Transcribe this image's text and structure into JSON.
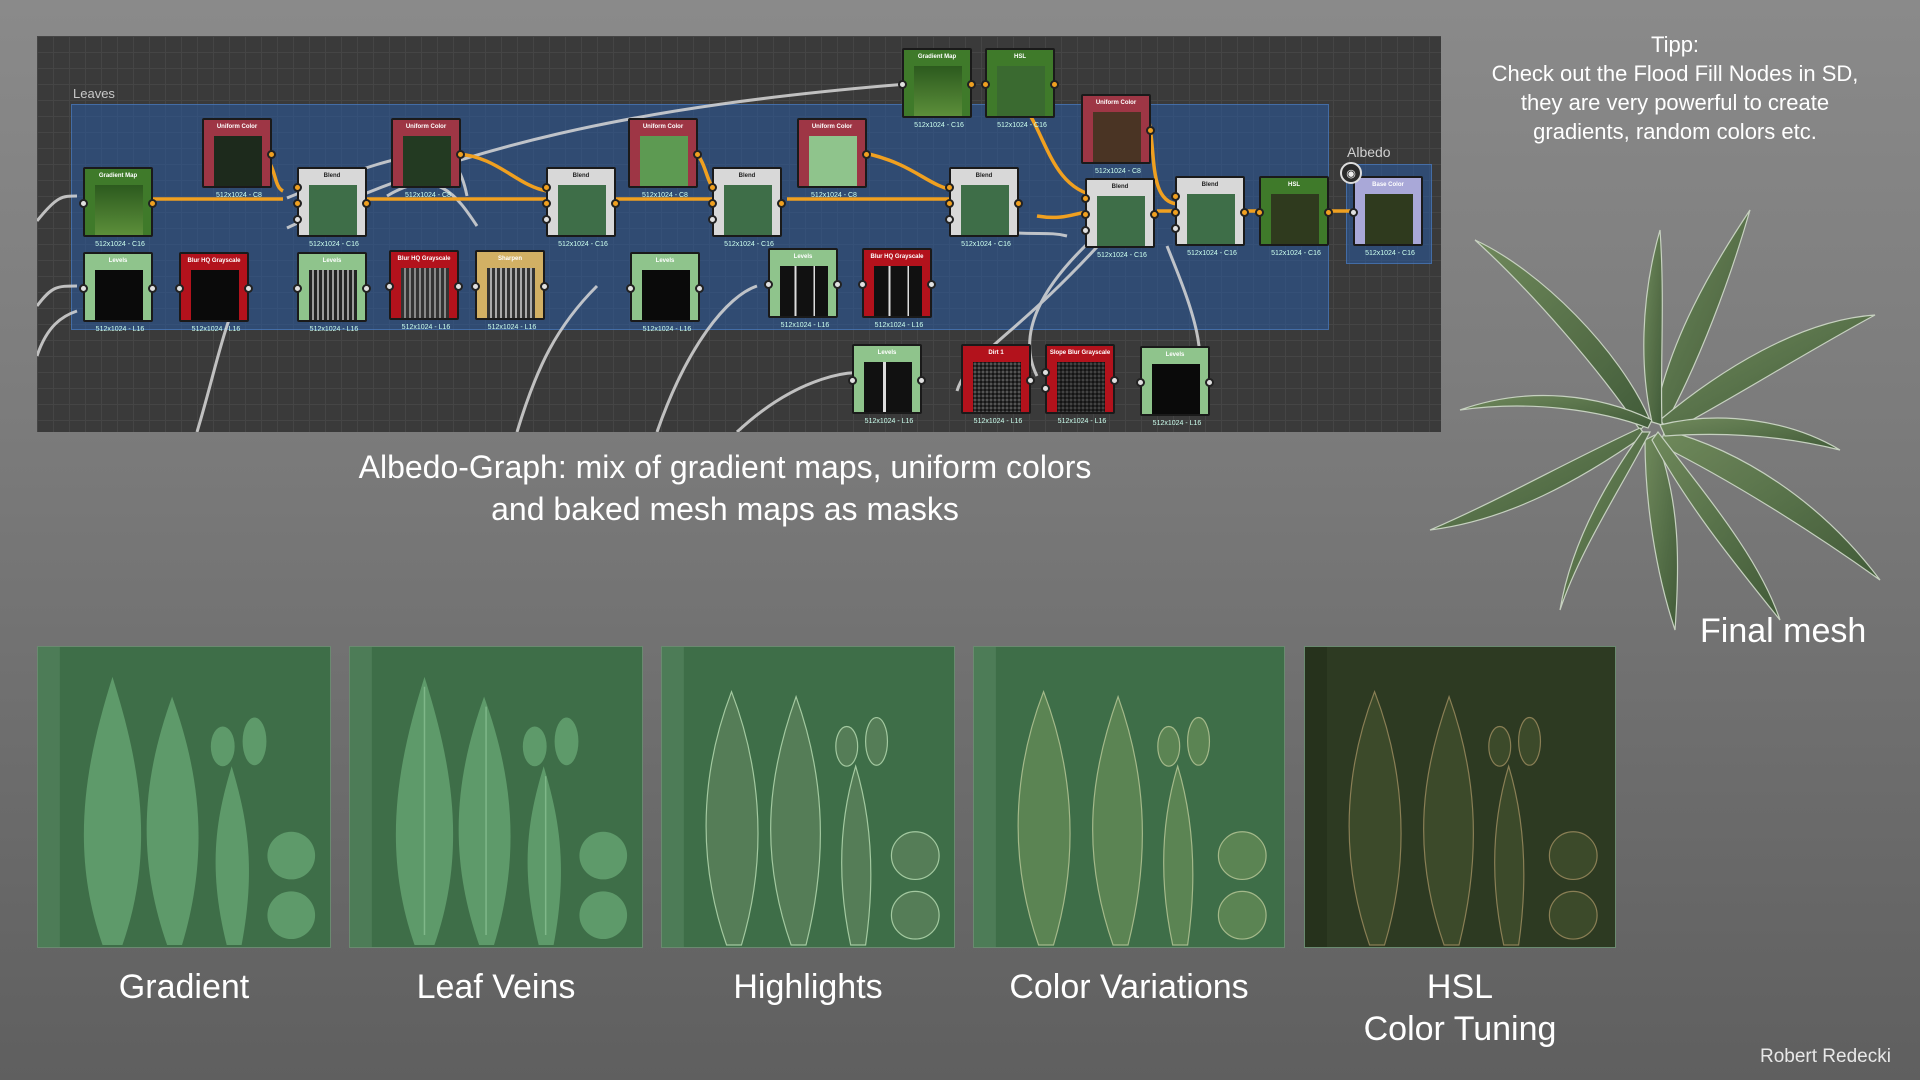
{
  "graph": {
    "frame_label": "Leaves",
    "albedo_label": "Albedo",
    "nodes": [
      {
        "id": "gm1",
        "title": "Gradient Map",
        "sub": "512x1024 - C16",
        "color": "green"
      },
      {
        "id": "uc1",
        "title": "Uniform Color",
        "sub": "512x1024 - C8",
        "color": "redu"
      },
      {
        "id": "bl1",
        "title": "Blend",
        "sub": "512x1024 - C16",
        "color": "white"
      },
      {
        "id": "uc2",
        "title": "Uniform Color",
        "sub": "512x1024 - C8",
        "color": "redu"
      },
      {
        "id": "bl2",
        "title": "Blend",
        "sub": "512x1024 - C16",
        "color": "white"
      },
      {
        "id": "uc3",
        "title": "Uniform Color",
        "sub": "512x1024 - C8",
        "color": "redu"
      },
      {
        "id": "bl3",
        "title": "Blend",
        "sub": "512x1024 - C16",
        "color": "white"
      },
      {
        "id": "uc4",
        "title": "Uniform Color",
        "sub": "512x1024 - C8",
        "color": "redu"
      },
      {
        "id": "bl4",
        "title": "Blend",
        "sub": "512x1024 - C16",
        "color": "white"
      },
      {
        "id": "gm2",
        "title": "Gradient Map",
        "sub": "512x1024 - C16",
        "color": "green"
      },
      {
        "id": "hsl1",
        "title": "HSL",
        "sub": "512x1024 - C16",
        "color": "green"
      },
      {
        "id": "uc5",
        "title": "Uniform Color",
        "sub": "512x1024 - C8",
        "color": "redu"
      },
      {
        "id": "bl5",
        "title": "Blend",
        "sub": "512x1024 - C16",
        "color": "white"
      },
      {
        "id": "bl6",
        "title": "Blend",
        "sub": "512x1024 - C16",
        "color": "white"
      },
      {
        "id": "hsl2",
        "title": "HSL",
        "sub": "512x1024 - C16",
        "color": "green"
      },
      {
        "id": "base",
        "title": "Base Color",
        "sub": "512x1024 - C16",
        "color": "purple"
      },
      {
        "id": "lv1",
        "title": "Levels",
        "sub": "512x1024 - L16",
        "color": "light"
      },
      {
        "id": "bq1",
        "title": "Blur HQ Grayscale",
        "sub": "512x1024 - L16",
        "color": "red2"
      },
      {
        "id": "lv2",
        "title": "Levels",
        "sub": "512x1024 - L16",
        "color": "light"
      },
      {
        "id": "bq2",
        "title": "Blur HQ Grayscale",
        "sub": "512x1024 - L16",
        "color": "red2"
      },
      {
        "id": "sh1",
        "title": "Sharpen",
        "sub": "512x1024 - L16",
        "color": "tan"
      },
      {
        "id": "lv3",
        "title": "Levels",
        "sub": "512x1024 - L16",
        "color": "light"
      },
      {
        "id": "lv4",
        "title": "Levels",
        "sub": "512x1024 - L16",
        "color": "light"
      },
      {
        "id": "bq3",
        "title": "Blur HQ Grayscale",
        "sub": "512x1024 - L16",
        "color": "red2"
      },
      {
        "id": "lv5",
        "title": "Levels",
        "sub": "512x1024 - L16",
        "color": "light"
      },
      {
        "id": "dirt",
        "title": "Dirt 1",
        "sub": "512x1024 - L16",
        "color": "red2"
      },
      {
        "id": "sbg",
        "title": "Slope Blur Grayscale",
        "sub": "512x1024 - L16",
        "color": "red2"
      },
      {
        "id": "lv6",
        "title": "Levels",
        "sub": "512x1024 - L16",
        "color": "light"
      }
    ]
  },
  "caption_line1": "Albedo-Graph: mix of gradient maps, uniform colors",
  "caption_line2": "and baked mesh maps as masks",
  "tip_title": "Tipp:",
  "tip_line1": "Check out the Flood Fill Nodes in SD,",
  "tip_line2": "they are very powerful to create",
  "tip_line3": "gradients, random colors etc.",
  "final_mesh_label": "Final mesh",
  "panels": [
    {
      "label": "Gradient"
    },
    {
      "label": "Leaf Veins"
    },
    {
      "label": "Highlights"
    },
    {
      "label": "Color Variations"
    },
    {
      "label": "HSL",
      "label2": "Color Tuning"
    }
  ],
  "author": "Robert Redecki"
}
